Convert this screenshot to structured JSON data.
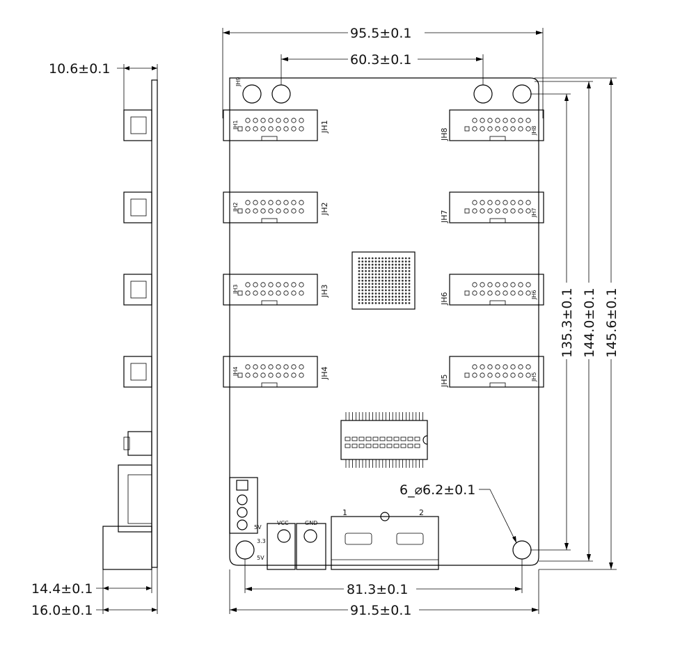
{
  "dimensions": {
    "top_width": "95.5±0.1",
    "hole_spacing": "60.3±0.1",
    "side_thickness": "10.6±0.1",
    "height_a": "135.3±0.1",
    "height_b": "144.0±0.1",
    "height_c": "145.6±0.1",
    "hole_note": "6_⌀6.2±0.1",
    "bottom_hole_spacing": "81.3±0.1",
    "bottom_width": "91.5±0.1",
    "side_a": "14.4±0.1",
    "side_b": "16.0±0.1"
  },
  "connectors_left": [
    "JH1",
    "JH2",
    "JH3",
    "JH4"
  ],
  "connectors_right": [
    "JH8",
    "JH7",
    "JH6",
    "JH5"
  ],
  "silk": {
    "jh9": "JH9",
    "vcc": "VCC",
    "gnd": "GND",
    "v33": "3.3",
    "v5": "5V",
    "v5b": "5V",
    "pin1": "1",
    "pin2": "2"
  }
}
